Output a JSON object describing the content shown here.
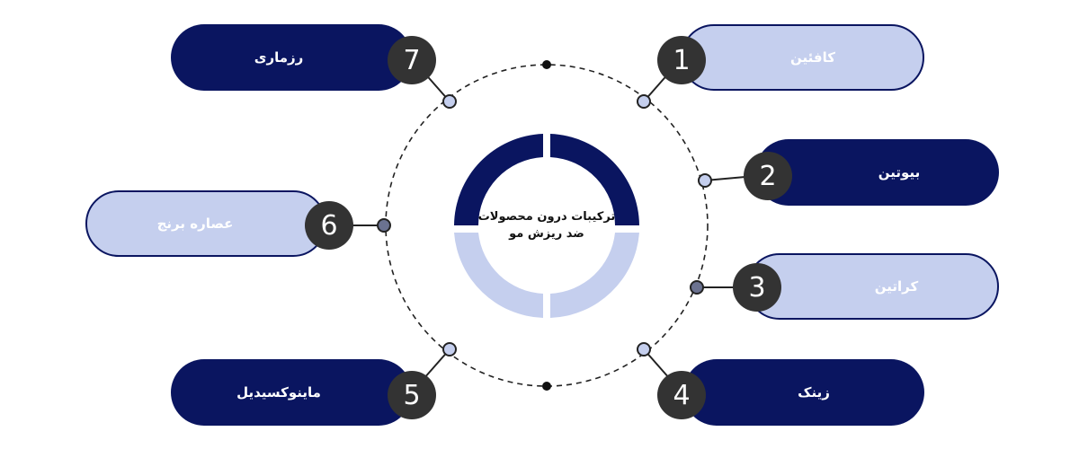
{
  "center": {
    "line1": "ترکیبات درون محصولات",
    "line2": "ضد ریزش مو"
  },
  "items": [
    {
      "number": "1",
      "label": "کافئین",
      "style": "light"
    },
    {
      "number": "2",
      "label": "بیوتین",
      "style": "dark"
    },
    {
      "number": "3",
      "label": "کراتین",
      "style": "light"
    },
    {
      "number": "4",
      "label": "زینک",
      "style": "dark"
    },
    {
      "number": "5",
      "label": "ماینوکسیدیل",
      "style": "dark"
    },
    {
      "number": "6",
      "label": "عصاره برنج",
      "style": "light"
    },
    {
      "number": "7",
      "label": "رزماری",
      "style": "dark"
    }
  ],
  "colors": {
    "dark_navy": "#0a1560",
    "light_blue": "#c5cfee",
    "number_badge": "#333333"
  }
}
